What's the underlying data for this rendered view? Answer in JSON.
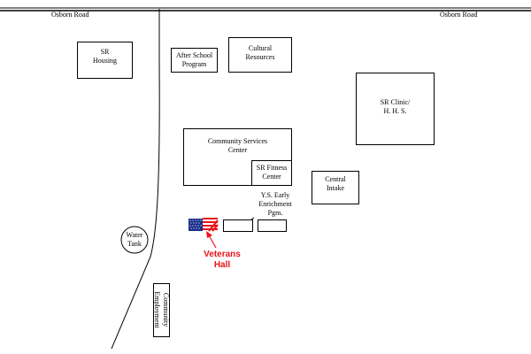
{
  "roads": {
    "top_left": "Osborn Road",
    "top_right": "Osborn Road"
  },
  "buildings": {
    "sr_housing": [
      "SR",
      "Housing"
    ],
    "after_school": [
      "After School",
      "Program"
    ],
    "cultural_resources": [
      "Cultural",
      "Resources"
    ],
    "sr_clinic": [
      "SR Clinic/",
      "H. H. S."
    ],
    "community_services": [
      "Community Services",
      "Center"
    ],
    "sr_fitness": [
      "SR Fitness",
      "Center"
    ],
    "central_intake": [
      "Central",
      "Intake"
    ],
    "ys_early": [
      "Y.S. Early",
      "Enrichment",
      "Pgm."
    ],
    "water_tank": [
      "Water",
      "Tank"
    ],
    "community_employment": [
      "Community",
      "Employment"
    ]
  },
  "highlight": {
    "veterans_hall": [
      "Veterans",
      "Hall"
    ],
    "color": "#e8141c"
  },
  "icons": [
    "american-flag-icon",
    "arrow-icon"
  ]
}
